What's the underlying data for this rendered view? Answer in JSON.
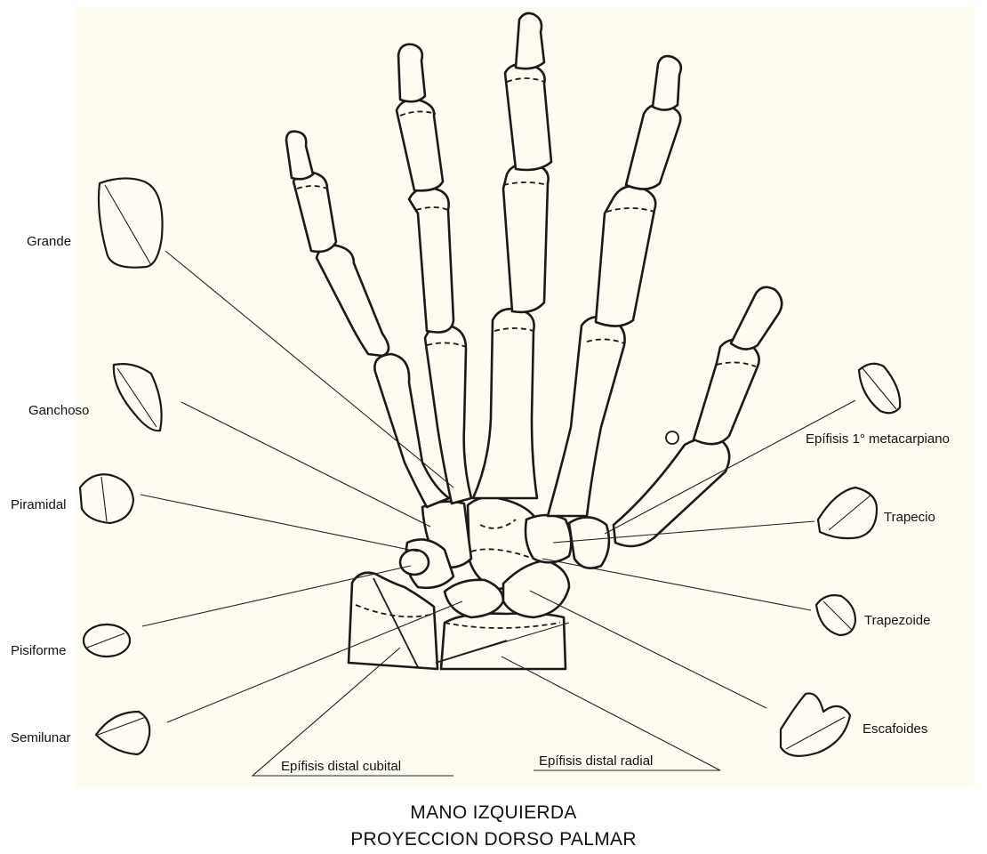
{
  "labels": {
    "grande": "Grande",
    "ganchoso": "Ganchoso",
    "piramidal": "Piramidal",
    "pisiforme": "Pisiforme",
    "semilunar": "Semilunar",
    "epifisis_1_metacarpiano": "Epífisis 1° metacarpiano",
    "trapecio": "Trapecio",
    "trapezoide": "Trapezoide",
    "escafoides": "Escafoides",
    "epifisis_distal_cubital": "Epífisis distal cubital",
    "epifisis_distal_radial": "Epífisis distal radial"
  },
  "caption": {
    "line1": "MANO IZQUIERDA",
    "line2": "PROYECCION DORSO PALMAR"
  },
  "colors": {
    "background": "#fefcf0",
    "ink": "#1a1a1a"
  }
}
